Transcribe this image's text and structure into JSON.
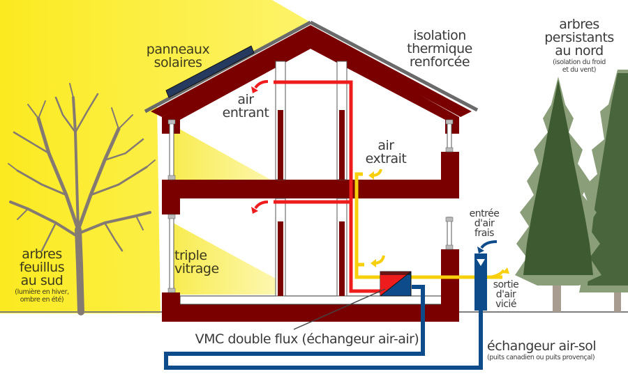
{
  "title": "Maison bioclimatique — ventilation et isolation",
  "colors": {
    "sunlight": "#f9ec3c",
    "house_wall": "#7a0000",
    "roof_edge": "#6a6a6a",
    "incoming_air": "#ee1c1c",
    "extracted_air": "#f7cf0a",
    "earth_tube": "#0d4b8a",
    "conifer_dark": "#3d5a30",
    "conifer_light": "#8a9e7a",
    "trunk": "#847a72",
    "solar_panel": "#253a5e",
    "text": "#3a3a3a"
  },
  "labels": {
    "solar_panels": "panneaux solaires",
    "insulation": [
      "isolation",
      "thermique",
      "renforcée"
    ],
    "evergreen_title": [
      "arbres",
      "persistants",
      "au nord"
    ],
    "evergreen_note": [
      "(isolation du froid",
      "et du vent)"
    ],
    "air_in": [
      "air",
      "entrant"
    ],
    "air_out": [
      "air",
      "extrait"
    ],
    "fresh_air_intake": [
      "entrée",
      "d'air",
      "frais"
    ],
    "stale_air_exit": [
      "sortie",
      "d'air",
      "vicié"
    ],
    "triple_glazing": [
      "triple",
      "vitrage"
    ],
    "deciduous_title": [
      "arbres",
      "feuillus",
      "au sud"
    ],
    "deciduous_note": [
      "(lumière en hiver,",
      "ombre en été)"
    ],
    "vmc": "VMC double flux (échangeur air-air)",
    "earth_exchanger": "échangeur air-sol",
    "earth_exchanger_note": "(puits canadien ou puits provençal)"
  }
}
